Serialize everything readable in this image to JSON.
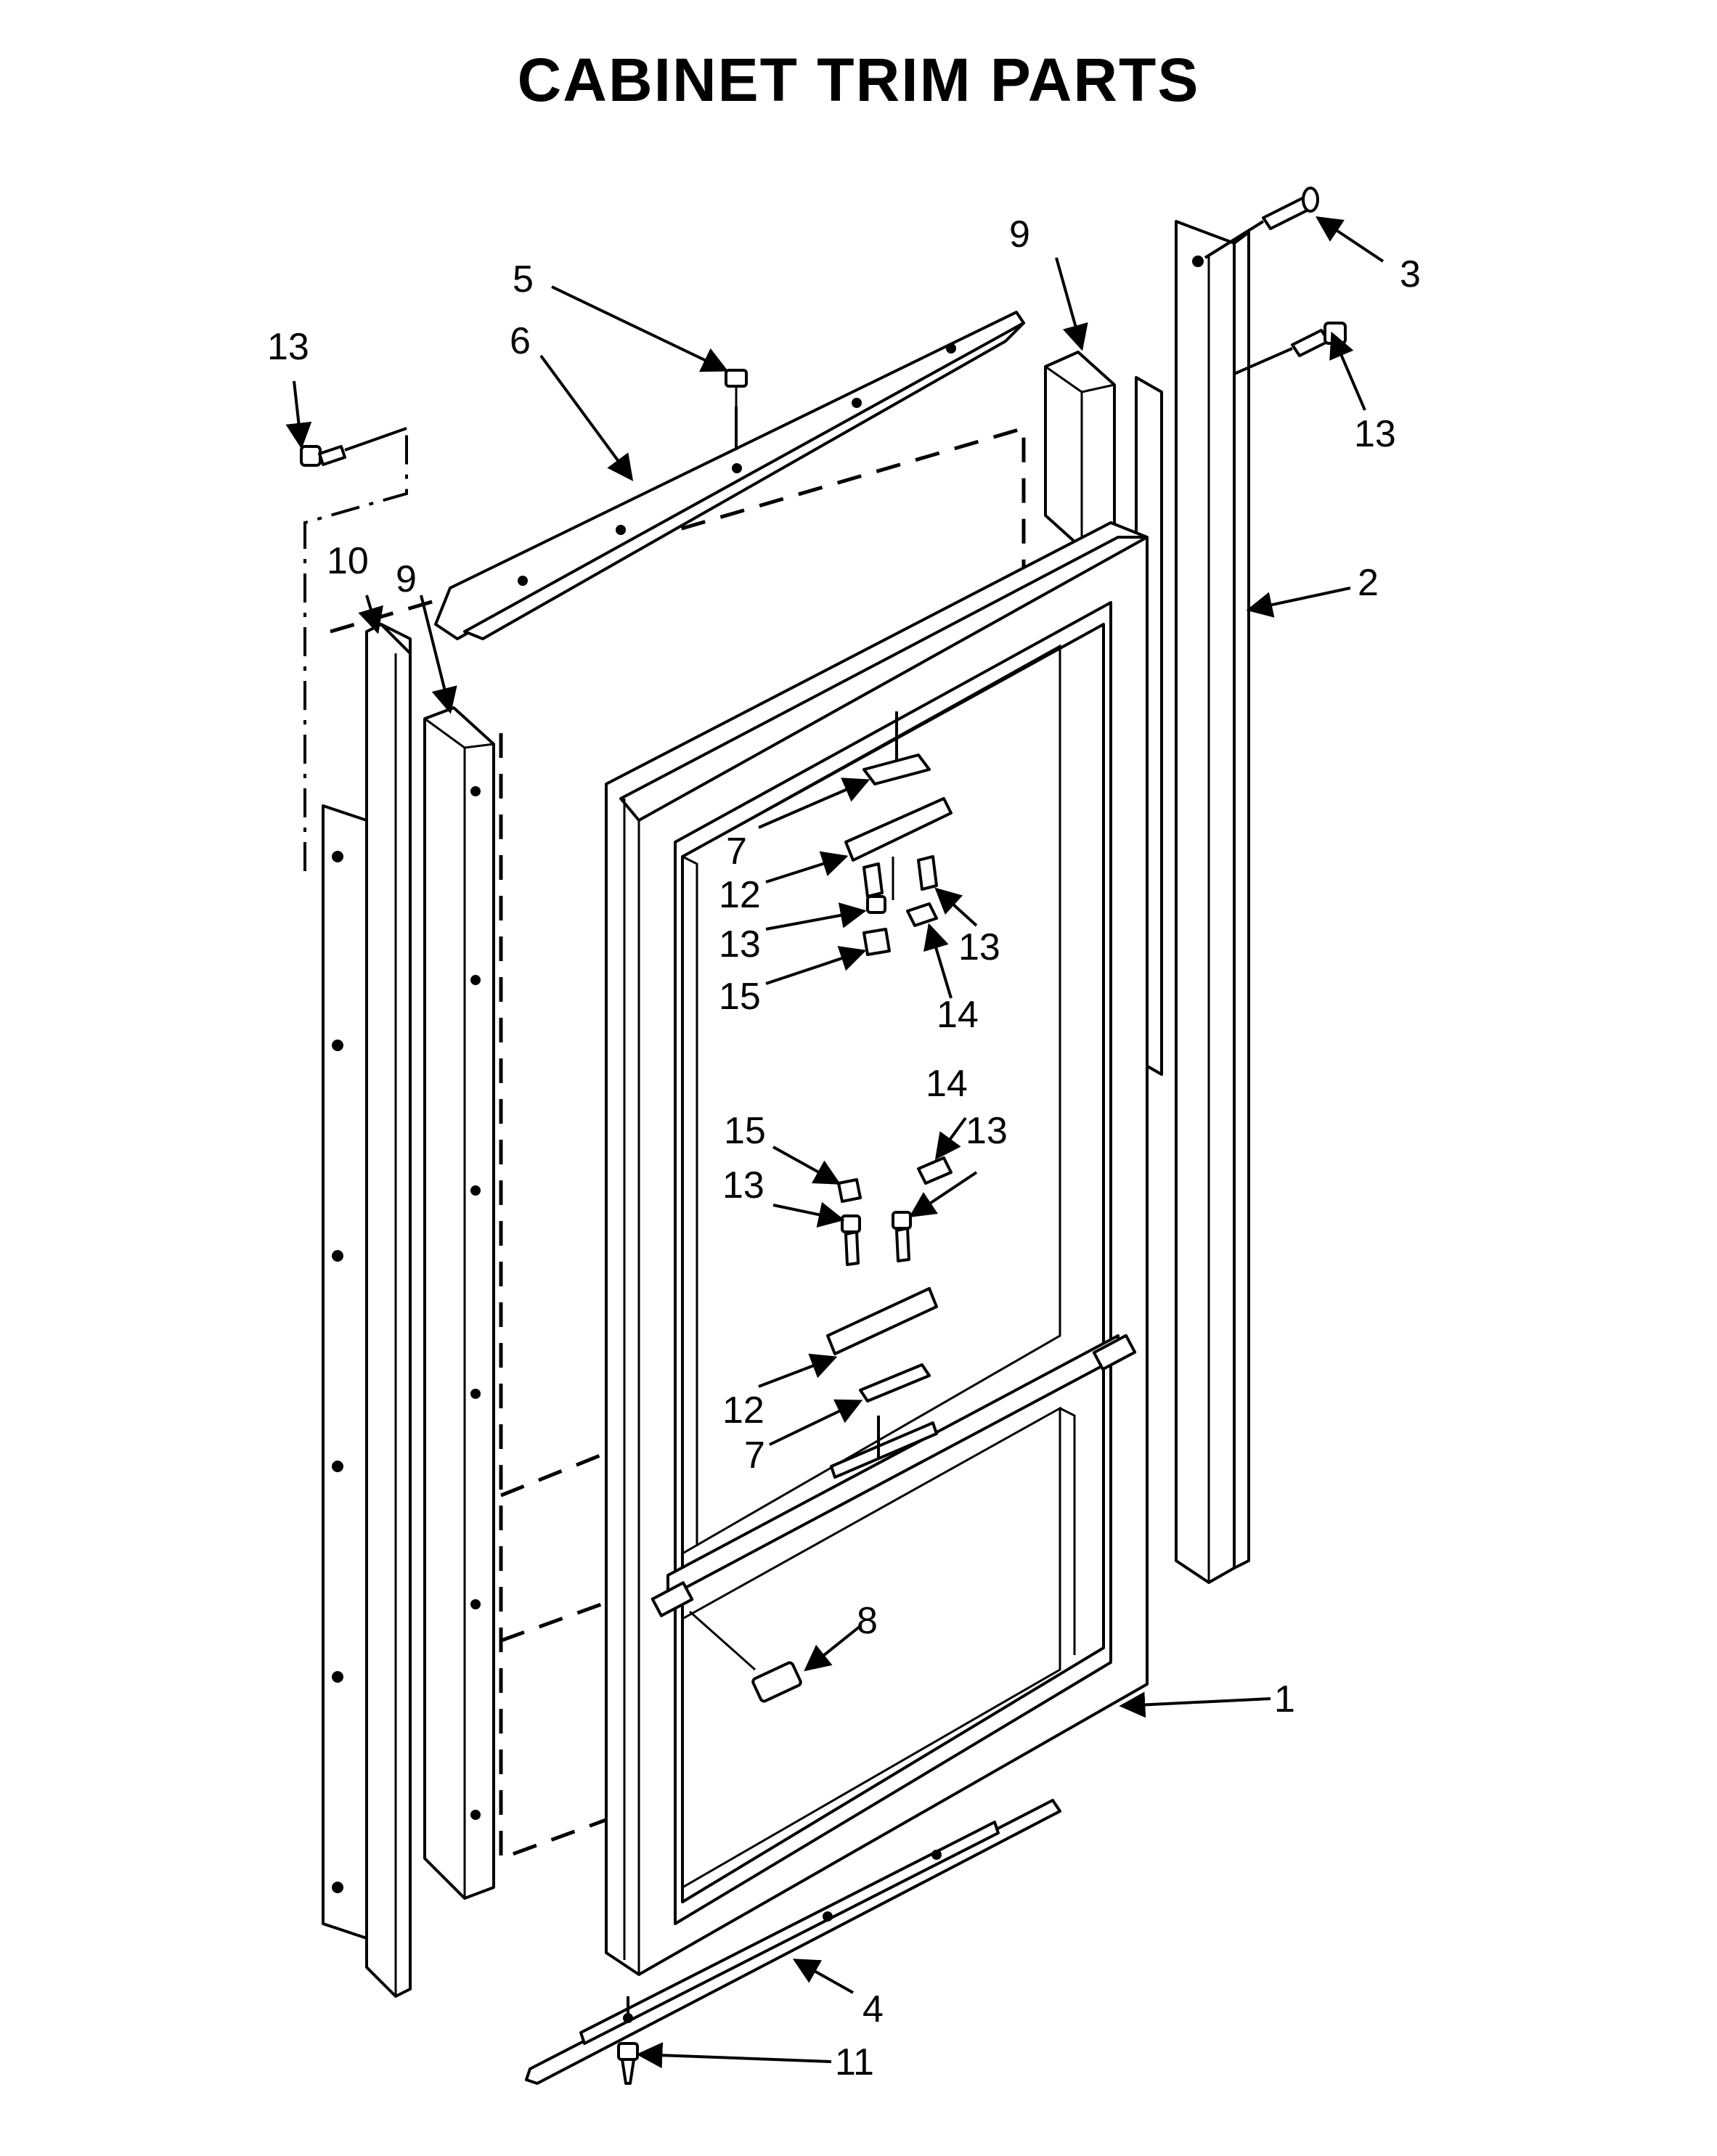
{
  "title": "CABINET TRIM PARTS",
  "callouts": {
    "c1": "1",
    "c2": "2",
    "c3": "3",
    "c4": "4",
    "c5": "5",
    "c6": "6",
    "c7a": "7",
    "c7b": "7",
    "c8": "8",
    "c9a": "9",
    "c9b": "9",
    "c10": "10",
    "c11": "11",
    "c12a": "12",
    "c12b": "12",
    "c13a": "13",
    "c13b": "13",
    "c13c": "13",
    "c13d": "13",
    "c13e": "13",
    "c13f": "13",
    "c14a": "14",
    "c14b": "14",
    "c15a": "15",
    "c15b": "15"
  }
}
